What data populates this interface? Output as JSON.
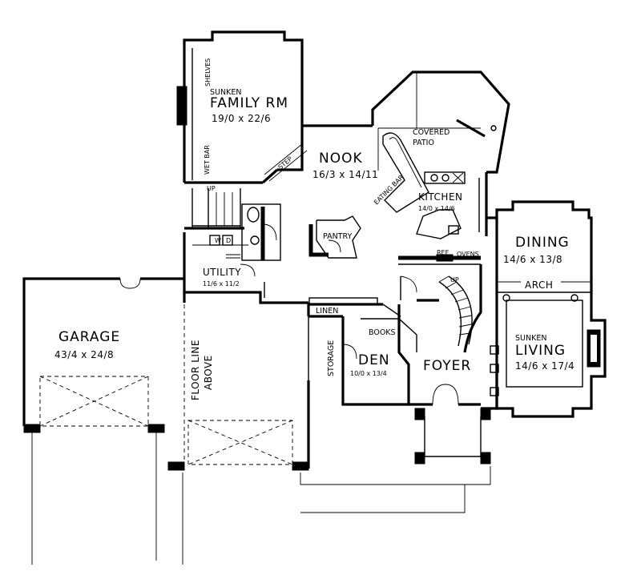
{
  "rooms": {
    "family": {
      "title1": "SUNKEN",
      "title2": "FAMILY RM",
      "dims": "19/0 x 22/6"
    },
    "nook": {
      "title": "NOOK",
      "dims": "16/3 x 14/11"
    },
    "patio": {
      "title1": "COVERED",
      "title2": "PATIO"
    },
    "kitchen": {
      "title": "KITCHEN",
      "dims": "14/0 x 14/6"
    },
    "dining": {
      "title": "DINING",
      "dims": "14/6 x 13/8"
    },
    "living": {
      "title1": "SUNKEN",
      "title2": "LIVING",
      "dims": "14/6 x 17/4"
    },
    "garage": {
      "title": "GARAGE",
      "dims": "43/4 x 24/8"
    },
    "utility": {
      "title": "UTILITY",
      "dims": "11/6 x 11/2"
    },
    "den": {
      "title": "DEN",
      "dims": "10/0 x 13/4"
    },
    "foyer": {
      "title": "FOYER"
    }
  },
  "labels": {
    "shelves": "SHELVES",
    "wet_bar": "WET BAR",
    "step": "STEP",
    "eating_bar": "EATING BAR",
    "pantry": "PANTRY",
    "up_stair_left": "UP",
    "up_stair_foyer": "UP",
    "ref": "REF",
    "ovens": "OVENS",
    "arch": "ARCH",
    "linen": "LINEN",
    "books": "BOOKS",
    "storage": "STORAGE",
    "floor_line_1": "FLOOR LINE",
    "floor_line_2": "ABOVE",
    "washer": "W",
    "dryer": "D"
  }
}
